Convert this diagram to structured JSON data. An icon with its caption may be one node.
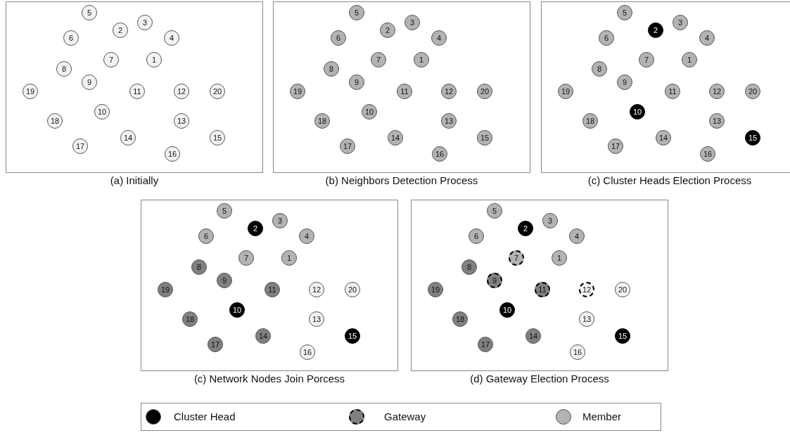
{
  "diagram": {
    "nodes": [
      {
        "text": [
          "(a) Initially"
        ]
      },
      {
        "text": [
          "5"
        ],
        "in": 0
      },
      {
        "text": [
          "3"
        ],
        "in": 0
      },
      {
        "text": [
          "2"
        ],
        "in": 0
      },
      {
        "text": [
          "6"
        ],
        "in": 0
      },
      {
        "text": [
          "4"
        ],
        "in": 0
      },
      {
        "text": [
          "7"
        ],
        "in": 0
      },
      {
        "text": [
          "1"
        ],
        "in": 0
      },
      {
        "text": [
          "8"
        ],
        "in": 0
      },
      {
        "text": [
          "9"
        ],
        "in": 0
      },
      {
        "text": [
          "19"
        ],
        "in": 0
      },
      {
        "text": [
          "11"
        ],
        "in": 0
      },
      {
        "text": [
          "12"
        ],
        "in": 0
      },
      {
        "text": [
          "20"
        ],
        "in": 0
      },
      {
        "text": [
          "10"
        ],
        "in": 0
      },
      {
        "text": [
          "18"
        ],
        "in": 0
      },
      {
        "text": [
          "13"
        ],
        "in": 0
      },
      {
        "text": [
          "14"
        ],
        "in": 0
      },
      {
        "text": [
          "15"
        ],
        "in": 0
      },
      {
        "text": [
          "17"
        ],
        "in": 0
      },
      {
        "text": [
          "16"
        ],
        "in": 0
      },
      {
        "text": [
          "(b) Neighbors Detection Process"
        ]
      },
      {
        "text": [
          "5"
        ],
        "in": 21
      },
      {
        "text": [
          "3"
        ],
        "in": 21
      },
      {
        "text": [
          "2"
        ],
        "in": 21
      },
      {
        "text": [
          "6"
        ],
        "in": 21
      },
      {
        "text": [
          "4"
        ],
        "in": 21
      },
      {
        "text": [
          "7"
        ],
        "in": 21
      },
      {
        "text": [
          "1"
        ],
        "in": 21
      },
      {
        "text": [
          "8"
        ],
        "in": 21
      },
      {
        "text": [
          "9"
        ],
        "in": 21
      },
      {
        "text": [
          "19"
        ],
        "in": 21
      },
      {
        "text": [
          "11"
        ],
        "in": 21
      },
      {
        "text": [
          "12"
        ],
        "in": 21
      },
      {
        "text": [
          "20"
        ],
        "in": 21
      },
      {
        "text": [
          "10"
        ],
        "in": 21
      },
      {
        "text": [
          "18"
        ],
        "in": 21
      },
      {
        "text": [
          "13"
        ],
        "in": 21
      },
      {
        "text": [
          "14"
        ],
        "in": 21
      },
      {
        "text": [
          "15"
        ],
        "in": 21
      },
      {
        "text": [
          "17"
        ],
        "in": 21
      },
      {
        "text": [
          "16"
        ],
        "in": 21
      },
      {
        "text": [
          "(c) Cluster Heads Election Process"
        ]
      },
      {
        "text": [
          "5"
        ],
        "in": 42
      },
      {
        "text": [
          "3"
        ],
        "in": 42
      },
      {
        "text": [
          "2"
        ],
        "in": 42
      },
      {
        "text": [
          "6"
        ],
        "in": 42
      },
      {
        "text": [
          "4"
        ],
        "in": 42
      },
      {
        "text": [
          "7"
        ],
        "in": 42
      },
      {
        "text": [
          "1"
        ],
        "in": 42
      },
      {
        "text": [
          "8"
        ],
        "in": 42
      },
      {
        "text": [
          "9"
        ],
        "in": 42
      },
      {
        "text": [
          "19"
        ],
        "in": 42
      },
      {
        "text": [
          "11"
        ],
        "in": 42
      },
      {
        "text": [
          "12"
        ],
        "in": 42
      },
      {
        "text": [
          "20"
        ],
        "in": 42
      },
      {
        "text": [
          "10"
        ],
        "in": 42
      },
      {
        "text": [
          "18"
        ],
        "in": 42
      },
      {
        "text": [
          "13"
        ],
        "in": 42
      },
      {
        "text": [
          "14"
        ],
        "in": 42
      },
      {
        "text": [
          "15"
        ],
        "in": 42
      },
      {
        "text": [
          "17"
        ],
        "in": 42
      },
      {
        "text": [
          "16"
        ],
        "in": 42
      },
      {
        "text": [
          "(c) Network Nodes Join Porcess"
        ]
      },
      {
        "text": [
          "5"
        ],
        "in": 63
      },
      {
        "text": [
          "3"
        ],
        "in": 63
      },
      {
        "text": [
          "2"
        ],
        "in": 63
      },
      {
        "text": [
          "6"
        ],
        "in": 63
      },
      {
        "text": [
          "4"
        ],
        "in": 63
      },
      {
        "text": [
          "7"
        ],
        "in": 63
      },
      {
        "text": [
          "1"
        ],
        "in": 63
      },
      {
        "text": [
          "8"
        ],
        "in": 63
      },
      {
        "text": [
          "9"
        ],
        "in": 63
      },
      {
        "text": [
          "19"
        ],
        "in": 63
      },
      {
        "text": [
          "11"
        ],
        "in": 63
      },
      {
        "text": [
          "12"
        ],
        "in": 63
      },
      {
        "text": [
          "20"
        ],
        "in": 63
      },
      {
        "text": [
          "10"
        ],
        "in": 63
      },
      {
        "text": [
          "18"
        ],
        "in": 63
      },
      {
        "text": [
          "13"
        ],
        "in": 63
      },
      {
        "text": [
          "14"
        ],
        "in": 63
      },
      {
        "text": [
          "15"
        ],
        "in": 63
      },
      {
        "text": [
          "17"
        ],
        "in": 63
      },
      {
        "text": [
          "16"
        ],
        "in": 63
      },
      {
        "text": [
          "(d) Gateway Election Process"
        ]
      },
      {
        "text": [
          "5"
        ],
        "in": 84
      },
      {
        "text": [
          "3"
        ],
        "in": 84
      },
      {
        "text": [
          "2"
        ],
        "in": 84
      },
      {
        "text": [
          "6"
        ],
        "in": 84
      },
      {
        "text": [
          "4"
        ],
        "in": 84
      },
      {
        "text": [
          "7"
        ],
        "in": 84
      },
      {
        "text": [
          "1"
        ],
        "in": 84
      },
      {
        "text": [
          "8"
        ],
        "in": 84
      },
      {
        "text": [
          "9"
        ],
        "in": 84
      },
      {
        "text": [
          "19"
        ],
        "in": 84
      },
      {
        "text": [
          "11"
        ],
        "in": 84
      },
      {
        "text": [
          "12"
        ],
        "in": 84
      },
      {
        "text": [
          "20"
        ],
        "in": 84
      },
      {
        "text": [
          "10"
        ],
        "in": 84
      },
      {
        "text": [
          "18"
        ],
        "in": 84
      },
      {
        "text": [
          "13"
        ],
        "in": 84
      },
      {
        "text": [
          "14"
        ],
        "in": 84
      },
      {
        "text": [
          "15"
        ],
        "in": 84
      },
      {
        "text": [
          "17"
        ],
        "in": 84
      },
      {
        "text": [
          "16"
        ],
        "in": 84
      }
    ],
    "legend": [
      {
        "text": "Cluster Head",
        "color": "#000000"
      },
      {
        "text": "Gateway"
      },
      {
        "text": "Member",
        "color": "#b3b3b3"
      }
    ]
  }
}
